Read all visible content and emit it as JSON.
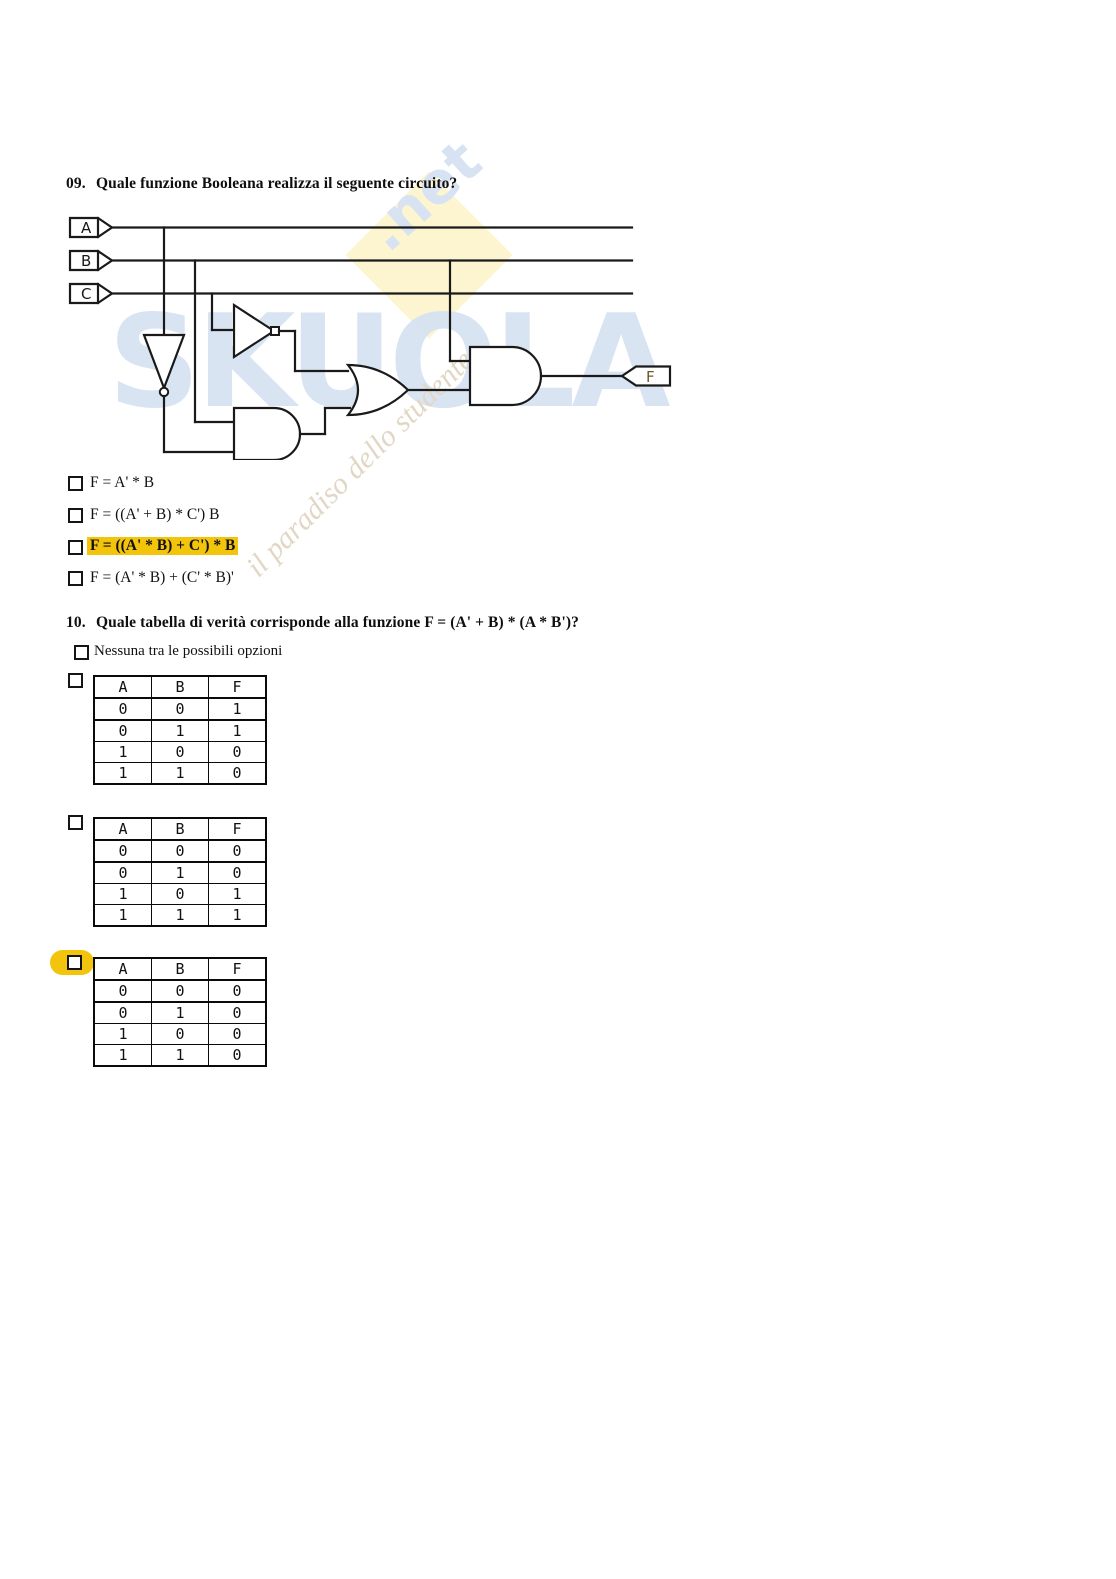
{
  "document": {
    "watermark": {
      "logo": "SKUOLA",
      "suffix": ".net",
      "tagline": "il paradiso dello studente"
    }
  },
  "questions": [
    {
      "number": "09.",
      "text": "Quale funzione Booleana realizza il seguente circuito?",
      "circuit": {
        "inputs": [
          "A",
          "B",
          "C"
        ],
        "output": "F",
        "gates": [
          "not-a",
          "not-c",
          "and-lower",
          "or",
          "and-final"
        ]
      },
      "options": [
        {
          "label": "F = A' * B",
          "highlighted": false
        },
        {
          "label": "F = ((A' + B) * C') B",
          "highlighted": false
        },
        {
          "label": "F = ((A' * B) + C') * B",
          "highlighted": true
        },
        {
          "label": "F = (A' * B) + (C' * B)'",
          "highlighted": false
        }
      ]
    },
    {
      "number": "10.",
      "text": "Quale tabella di verità corrisponde alla funzione F = (A' + B) * (A * B')?",
      "none_option": "Nessuna tra le possibili opzioni",
      "tables": [
        {
          "highlighted": false,
          "headers": [
            "A",
            "B",
            "F"
          ],
          "rows": [
            [
              "0",
              "0",
              "1"
            ],
            [
              "0",
              "1",
              "1"
            ],
            [
              "1",
              "0",
              "0"
            ],
            [
              "1",
              "1",
              "0"
            ]
          ]
        },
        {
          "highlighted": false,
          "headers": [
            "A",
            "B",
            "F"
          ],
          "rows": [
            [
              "0",
              "0",
              "0"
            ],
            [
              "0",
              "1",
              "0"
            ],
            [
              "1",
              "0",
              "1"
            ],
            [
              "1",
              "1",
              "1"
            ]
          ]
        },
        {
          "highlighted": true,
          "headers": [
            "A",
            "B",
            "F"
          ],
          "rows": [
            [
              "0",
              "0",
              "0"
            ],
            [
              "0",
              "1",
              "0"
            ],
            [
              "1",
              "0",
              "0"
            ],
            [
              "1",
              "1",
              "0"
            ]
          ]
        }
      ]
    }
  ],
  "colors": {
    "highlight": "#F2C40C",
    "ink": "#111111",
    "watermark_blue": "#d7e3f2"
  }
}
